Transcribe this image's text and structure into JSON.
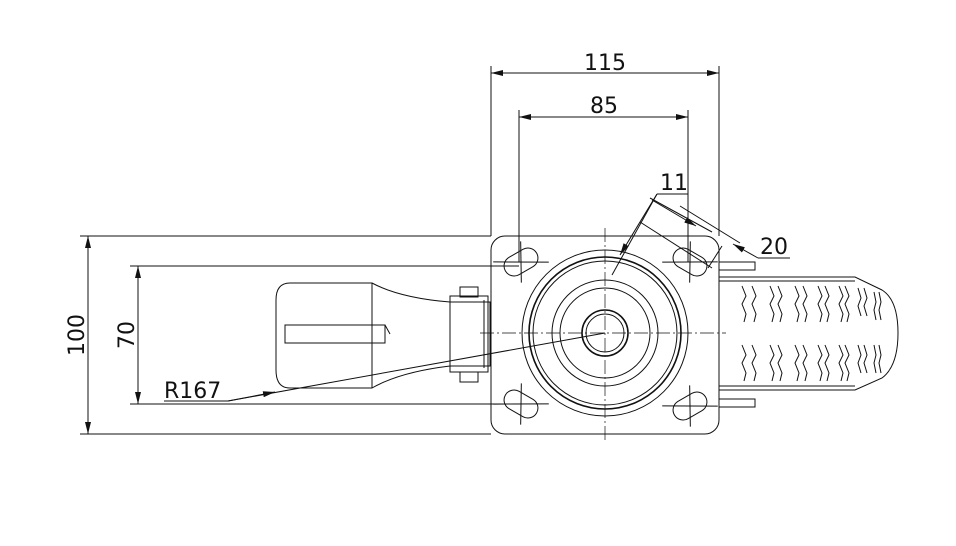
{
  "drawing": {
    "dimensions": {
      "overall_width": "115",
      "hole_spacing_width": "85",
      "slot_width": "11",
      "slot_length": "20",
      "overall_height": "100",
      "hole_spacing_height": "70",
      "swivel_radius": "R167"
    }
  }
}
